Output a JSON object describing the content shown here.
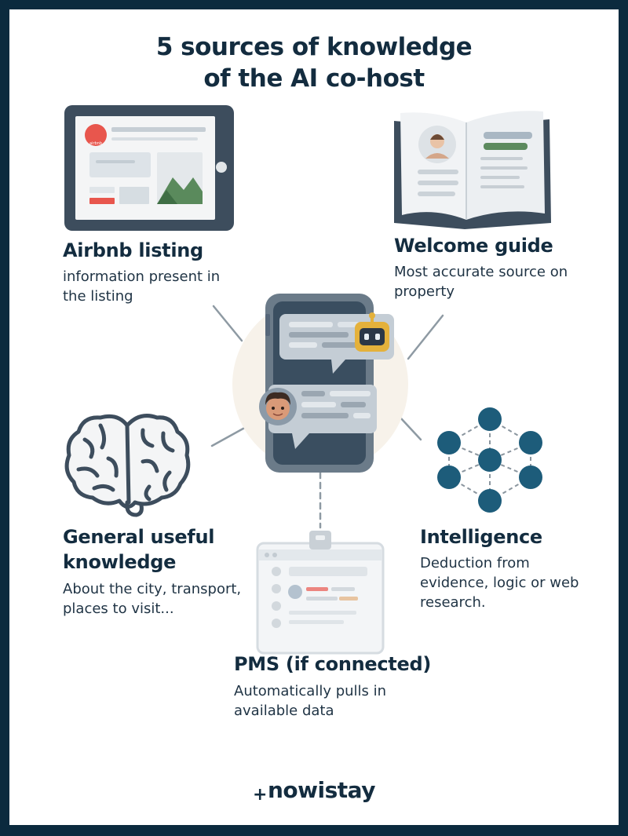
{
  "title_line1": "5 sources of knowledge",
  "title_line2": "of the AI co-host",
  "sources": [
    {
      "title": "Airbnb listing",
      "desc_line1": "information present in",
      "desc_line2": "the listing"
    },
    {
      "title": "Welcome guide",
      "desc_line1": "Most accurate source on",
      "desc_line2": "property"
    },
    {
      "title_line1": "General useful",
      "title_line2": "knowledge",
      "desc_line1": "About the city, transport,",
      "desc_line2": "places to visit..."
    },
    {
      "title": "Intelligence",
      "desc_line1": "Deduction from",
      "desc_line2": "evidence, logic or web",
      "desc_line3": "research."
    },
    {
      "title": "PMS (if connected)",
      "desc_line1": "Automatically pulls in",
      "desc_line2": "available data"
    }
  ],
  "listing_logo_text": "airbnb",
  "brand": {
    "plus": "+",
    "name": "nowistay"
  },
  "icons": [
    "tablet-listing-icon",
    "open-book-icon",
    "brain-icon",
    "network-graph-icon",
    "pms-clipboard-icon",
    "chat-phone-icon"
  ],
  "colors": {
    "background": "#0b2a3e",
    "text": "#132c3f",
    "node": "#1d5c7a",
    "accent": "#e8564d"
  }
}
